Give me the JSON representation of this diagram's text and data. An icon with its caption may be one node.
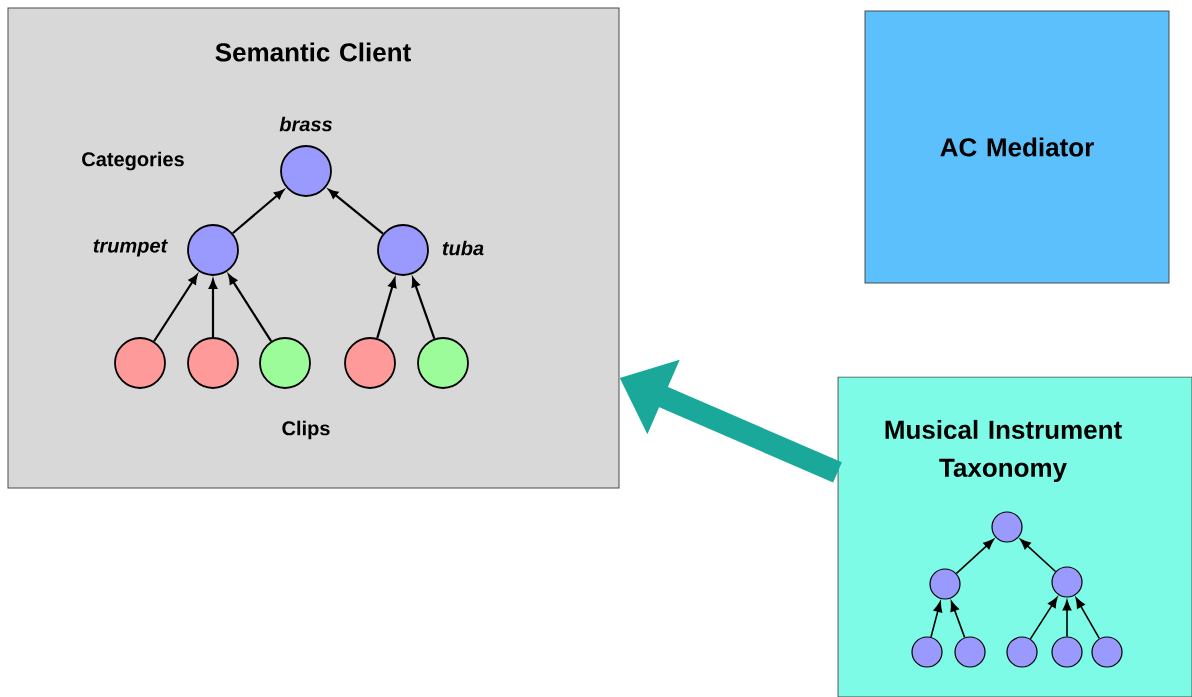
{
  "diagram": {
    "nodes": [
      {
        "text": [
          "Semantic Client"
        ]
      },
      {
        "text": [],
        "shape": "circle",
        "in": 0,
        "beside": [
          "brass"
        ]
      },
      {
        "text": [],
        "shape": "circle",
        "in": 0,
        "beside": [
          "trumpet"
        ]
      },
      {
        "text": [],
        "shape": "circle",
        "in": 0,
        "beside": [
          "tuba"
        ]
      },
      {
        "text": [],
        "shape": "circle",
        "in": 0
      },
      {
        "text": [],
        "shape": "circle",
        "in": 0
      },
      {
        "text": [],
        "shape": "circle",
        "in": 0
      },
      {
        "text": [],
        "shape": "circle",
        "in": 0
      },
      {
        "text": [],
        "shape": "circle",
        "in": 0
      },
      {
        "text": [
          "AC Mediator"
        ]
      },
      {
        "text": [
          "Musical Instrument Taxonomy"
        ]
      },
      {
        "text": [],
        "shape": "circle",
        "in": 10
      },
      {
        "text": [],
        "shape": "circle",
        "in": 10
      },
      {
        "text": [],
        "shape": "circle",
        "in": 10
      },
      {
        "text": [],
        "shape": "circle",
        "in": 10
      },
      {
        "text": [],
        "shape": "circle",
        "in": 10
      },
      {
        "text": [],
        "shape": "circle",
        "in": 10
      },
      {
        "text": [],
        "shape": "circle",
        "in": 10
      },
      {
        "text": [],
        "shape": "circle",
        "in": 10
      }
    ],
    "edges": [
      {
        "from": 2,
        "to": 1,
        "arrow": "to"
      },
      {
        "from": 3,
        "to": 1,
        "arrow": "to"
      },
      {
        "from": 4,
        "to": 2,
        "arrow": "to"
      },
      {
        "from": 5,
        "to": 2,
        "arrow": "to"
      },
      {
        "from": 6,
        "to": 2,
        "arrow": "to"
      },
      {
        "from": 7,
        "to": 3,
        "arrow": "to"
      },
      {
        "from": 8,
        "to": 3,
        "arrow": "to"
      },
      {
        "from": 12,
        "to": 11,
        "arrow": "to"
      },
      {
        "from": 13,
        "to": 11,
        "arrow": "to"
      },
      {
        "from": 14,
        "to": 12,
        "arrow": "to"
      },
      {
        "from": 15,
        "to": 12,
        "arrow": "to"
      },
      {
        "from": 16,
        "to": 13,
        "arrow": "to"
      },
      {
        "from": 17,
        "to": 13,
        "arrow": "to"
      },
      {
        "from": 18,
        "to": 13,
        "arrow": "to"
      },
      {
        "from": 10,
        "to": 0,
        "arrow": "to",
        "style": "thick",
        "color": "#1aa89a"
      }
    ],
    "labels": [
      "Categories",
      "Clips"
    ]
  }
}
